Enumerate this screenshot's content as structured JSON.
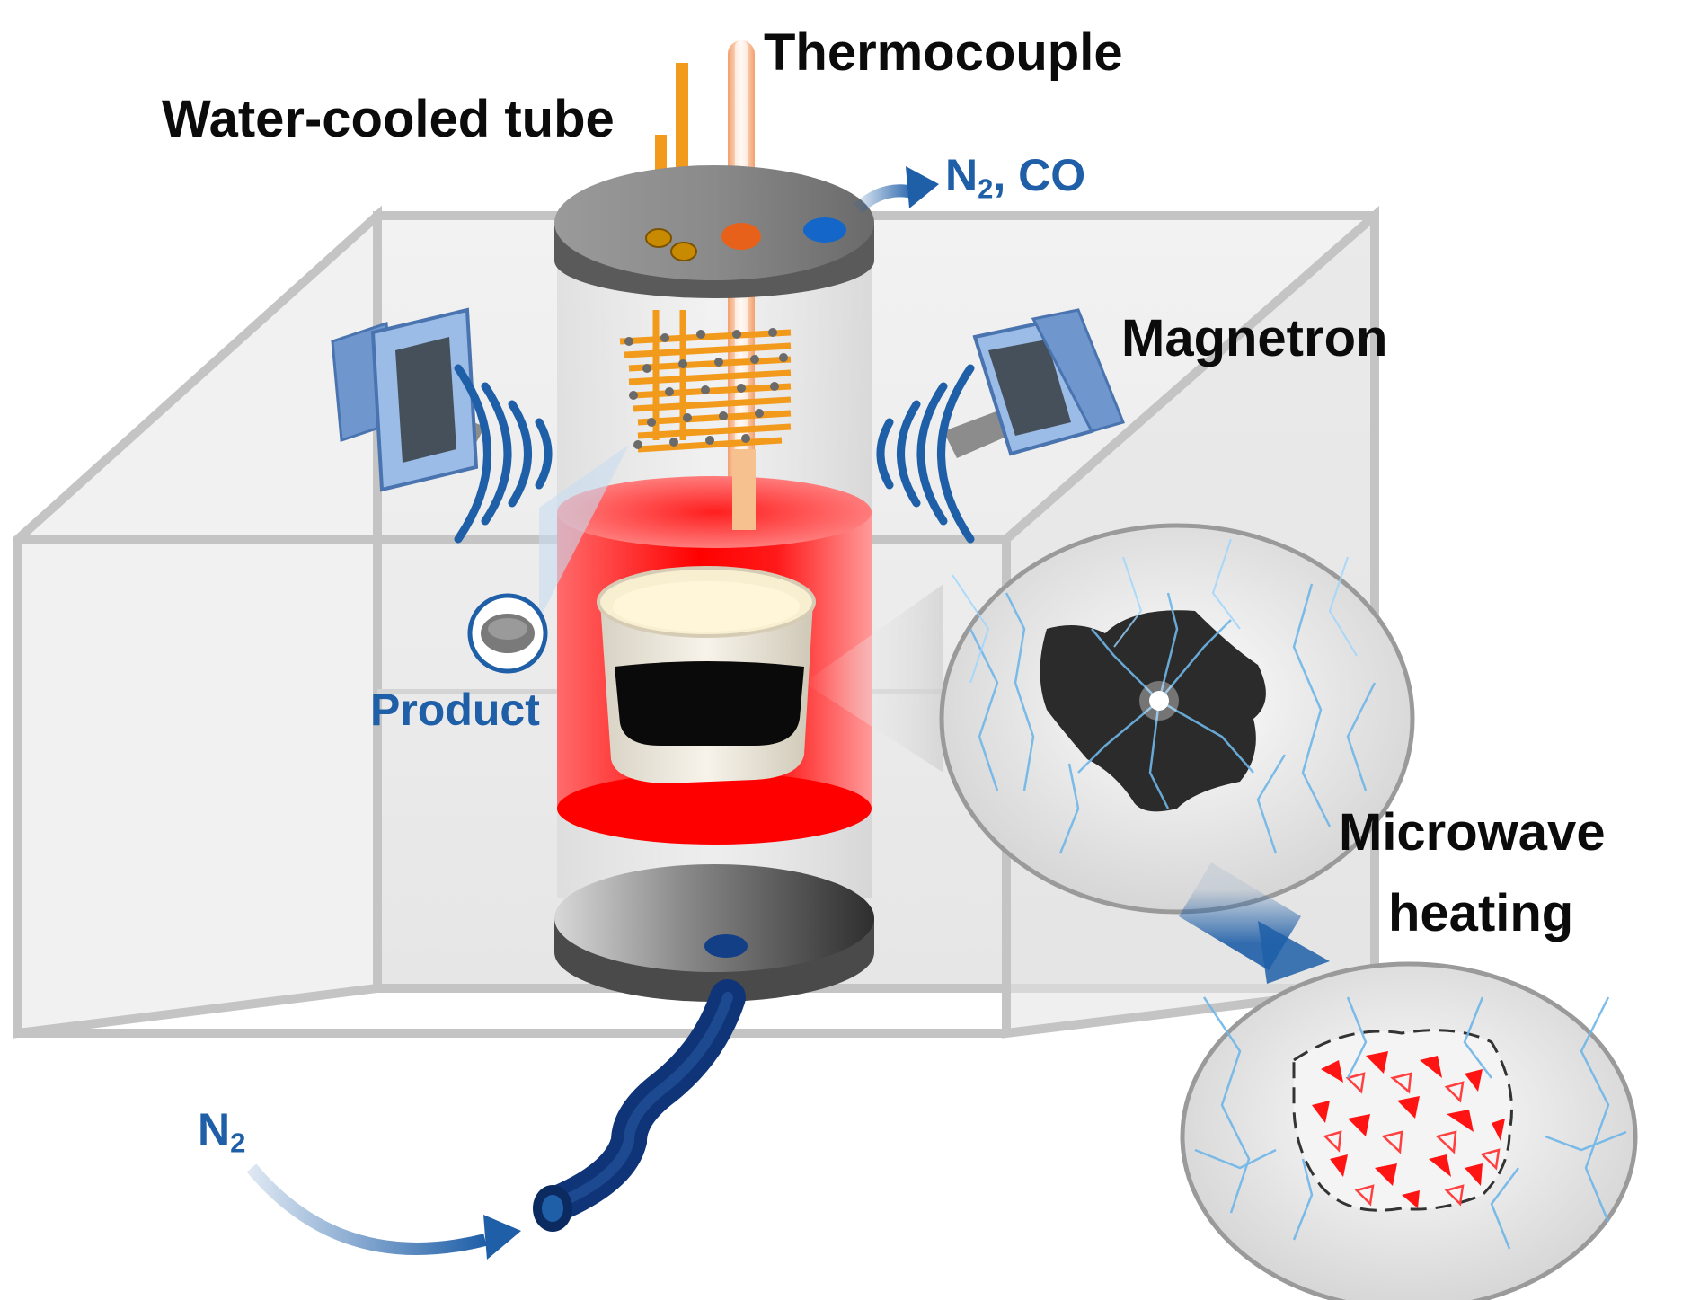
{
  "labels": {
    "water_cooled_tube": "Water-cooled tube",
    "thermocouple": "Thermocouple",
    "magnetron": "Magnetron",
    "product": "Product",
    "microwave": "Microwave",
    "heating": "heating",
    "outlet_gas_a": "N",
    "outlet_gas_a_sub": "2",
    "outlet_gas_b": ", CO",
    "inlet_gas": "N",
    "inlet_gas_sub": "2"
  },
  "colors": {
    "label_text": "#0b0b0b",
    "gas_text": "#1f5fa8",
    "coil": "#f29a1c",
    "heating_zone": "#ff0000",
    "magnetron": "#7aa3d6",
    "inlet_hose": "#123f86",
    "charcoal": "#2b2b2b"
  }
}
